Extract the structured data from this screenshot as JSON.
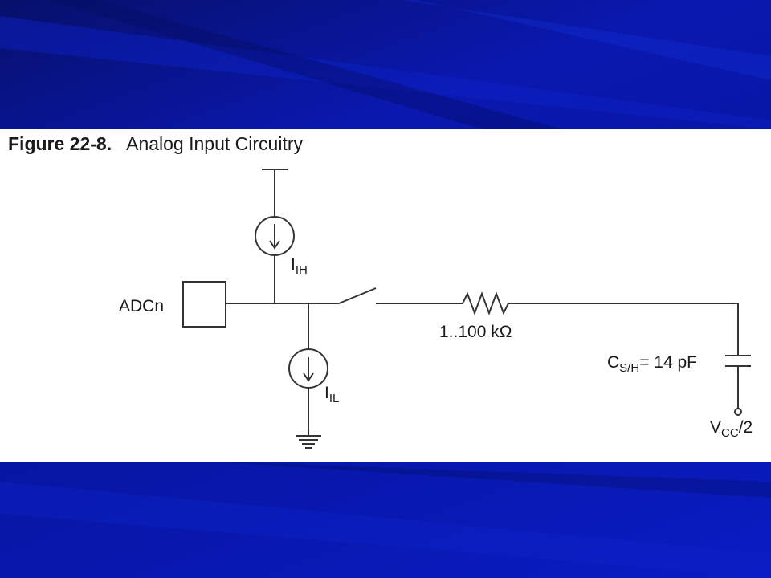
{
  "caption": {
    "figure_number": "Figure 22-8.",
    "title": "Analog Input Circuitry"
  },
  "labels": {
    "pin": "ADCn",
    "current_high": {
      "main": "I",
      "sub": "IH"
    },
    "current_low": {
      "main": "I",
      "sub": "IL"
    },
    "resistor": "1..100 kΩ",
    "capacitor": {
      "main": "C",
      "sub": "S/H",
      "value": "= 14 pF"
    },
    "reference": {
      "main": "V",
      "sub": "CC",
      "suffix": "/2"
    }
  },
  "colors": {
    "background": "#0a18b0",
    "panel": "#ffffff",
    "line": "#333333"
  }
}
